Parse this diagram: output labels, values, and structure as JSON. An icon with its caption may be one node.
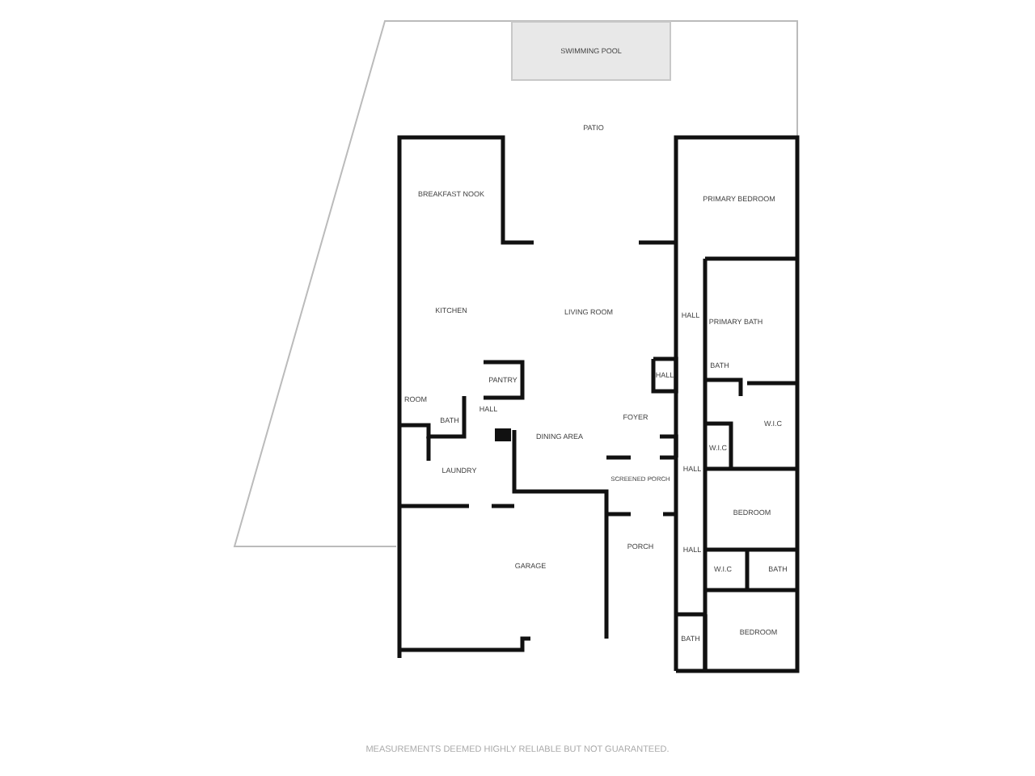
{
  "diagram": {
    "nodes": [
      {
        "text": [
          "SWIMMING POOL"
        ]
      }
    ],
    "edges": [],
    "labels": [
      "PATIO",
      "BREAKFAST NOOK",
      "PRIMARY BEDROOM",
      "KITCHEN",
      "LIVING ROOM",
      "HALL",
      "PRIMARY BATH",
      "BATH",
      "HALL",
      "PANTRY",
      "ROOM",
      "W.I.C",
      "HALL",
      "FOYER",
      "BATH",
      "DINING AREA",
      "W.I.C",
      "HALL",
      "LAUNDRY",
      "SCREENED PORCH",
      "BEDROOM",
      "PORCH",
      "HALL",
      "W.I.C",
      "BATH",
      "GARAGE",
      "BEDROOM",
      "BATH",
      "MEASUREMENTS DEEMED HIGHLY RELIABLE BUT NOT GUARANTEED."
    ]
  }
}
